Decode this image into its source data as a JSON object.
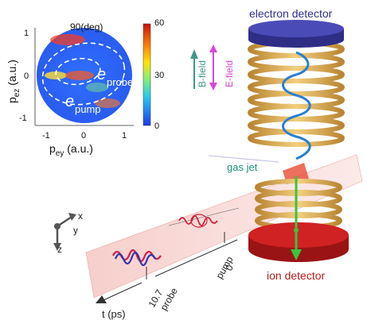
{
  "inset": {
    "angle_label": "90(deg)",
    "y_axis_label": "p",
    "y_axis_sub": "ez",
    "y_axis_unit": " (a.u.)",
    "x_axis_label": "p",
    "x_axis_sub": "ey",
    "x_axis_unit": " (a.u.)",
    "y_ticks": [
      "1",
      "0",
      "-1"
    ],
    "x_ticks": [
      "-1",
      "0",
      "1"
    ],
    "colorbar_ticks": [
      "60",
      "30",
      "0"
    ],
    "probe_label": "e",
    "probe_sub": "probe",
    "pump_label": "e",
    "pump_sub": "pump"
  },
  "field_labels": {
    "b_field": "B-field",
    "e_field": "E-field"
  },
  "detectors": {
    "electron": "electron detector",
    "ion": "ion detector"
  },
  "gas_jet": "gas jet",
  "axes_3d": {
    "x": "x",
    "y": "y",
    "z": "z"
  },
  "timeline": {
    "time_axis": "t (ps)",
    "pump_value": "0",
    "pump_label": "pump",
    "probe_value": "10.7",
    "probe_label": "probe"
  },
  "colors": {
    "electron_detector": "#3d3d9e",
    "ion_detector": "#c81e1e",
    "coil": "#d9a54a",
    "electron_path": "#2a7fd0",
    "ion_path": "#39c43b",
    "beam": "#f4c6c2",
    "e_field": "#d64ad6",
    "b_field": "#3c9a8a",
    "gas_jet": "#1f8f7a"
  }
}
